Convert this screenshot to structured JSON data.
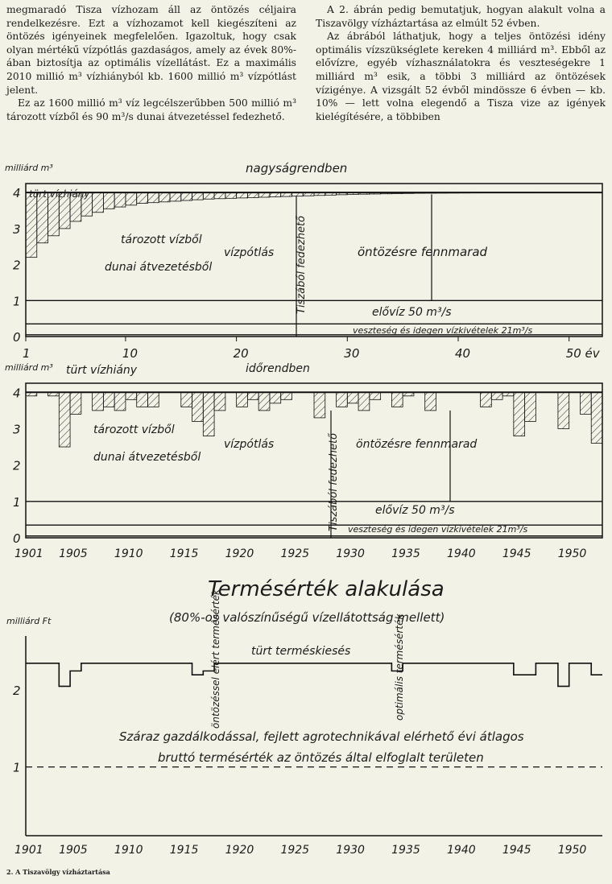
{
  "text": {
    "left_col": [
      "megmaradó Tisza vízhozam áll az öntözés céljaira rendelkezésre. Ezt a vízhozamot kell kiegészíteni az öntözés igényeinek megfelelően. Igazoltuk, hogy csak olyan mértékű vízpótlás gazdaságos, amely az évek 80%-ában biztosítja az optimális vízellátást. Ez a maximális 2010 millió m³ vízhiányból kb. 1600 millió m³ vízpótlást jelent.",
      "Ez az 1600 millió m³ víz legcélszerűbben 500 millió m³ tározott vízből és 90 m³/s dunai átvezetéssel fedezhető."
    ],
    "right_col": [
      "A 2. ábrán pedig bemutatjuk, hogyan alakult volna a Tiszavölgy vízháztartása az elmúlt 52 évben.",
      "Az ábrából láthatjuk, hogy a teljes öntözési idény optimális vízszükséglete kereken 4 milliárd m³. Ebből az elővízre, egyéb vízhasználatokra és veszteségekre 1 milliárd m³ esik, a többi 3 milliárd az öntözések vízigénye. A vizsgált 52 évből mindössze 6 évben — kb. 10% — lett volna elegendő a Tisza vize az igények kielégítésére, a többiben"
    ],
    "caption": "2. A Tiszavölgy vízháztartása"
  },
  "chart_data": [
    {
      "type": "area",
      "title": "nagyságrendben",
      "ylabel": "milliárd m³",
      "ylim": [
        0,
        4.25
      ],
      "yticks": [
        "0",
        "1",
        "2",
        "3",
        "4"
      ],
      "xticks": [
        "1",
        "10",
        "20",
        "30",
        "40",
        "50 év"
      ],
      "x": [
        1,
        52
      ],
      "demand": 4,
      "tisza": [
        2.2,
        2.6,
        2.8,
        3.0,
        3.2,
        3.35,
        3.45,
        3.55,
        3.6,
        3.65,
        3.7,
        3.72,
        3.74,
        3.76,
        3.78,
        3.8,
        3.82,
        3.83,
        3.84,
        3.85,
        3.86,
        3.87,
        3.88,
        3.89,
        3.9,
        3.91,
        3.92,
        3.93,
        3.94,
        3.95,
        3.955,
        3.96,
        3.965,
        3.97,
        3.975,
        3.98,
        3.982,
        3.984,
        3.986,
        3.988,
        3.99,
        3.992,
        3.994,
        3.996,
        3.997,
        3.998,
        4.0,
        4.0,
        4.0,
        4.0,
        4.0,
        4.0
      ],
      "labels": {
        "unmet": "türt vízhiány",
        "stored": "tározott vízből",
        "danube": "dunai átvezetésből",
        "supply": "vízpótlás",
        "remaining": "öntözésre fennmarad",
        "tisza_covered": "Tiszából fedezhető",
        "base_flow": "elővíz 50 m³/s",
        "losses": "veszteség és idegen vízkivételek 21m³/s"
      },
      "base_flow": 1,
      "losses": 0.35
    },
    {
      "type": "bar",
      "title": "időrendben",
      "ylabel": "milliárd m³",
      "ylim": [
        0,
        4.25
      ],
      "yticks": [
        "0",
        "1",
        "2",
        "3",
        "4"
      ],
      "xticks": [
        "1901",
        "1905",
        "1910",
        "1915",
        "1920",
        "1925",
        "1930",
        "1935",
        "1940",
        "1945",
        "1950"
      ],
      "years": [
        1901,
        1952
      ],
      "demand": 4,
      "tisza": [
        3.9,
        4.0,
        3.9,
        2.5,
        3.4,
        4.0,
        3.5,
        3.6,
        3.5,
        3.8,
        3.6,
        3.6,
        4.0,
        4.0,
        3.6,
        3.2,
        2.8,
        3.5,
        4.0,
        3.6,
        3.8,
        3.5,
        3.7,
        3.8,
        4.0,
        4.0,
        3.3,
        4.0,
        3.6,
        3.7,
        3.5,
        3.8,
        4.0,
        3.6,
        3.9,
        4.0,
        3.5,
        4.0,
        4.0,
        4.0,
        4.0,
        3.6,
        3.8,
        3.9,
        2.8,
        3.2,
        4.0,
        4.0,
        3.0,
        4.0,
        3.4,
        2.6
      ],
      "labels": {
        "unmet": "türt vízhiány",
        "stored": "tározott vízből",
        "danube": "dunai átvezetésből",
        "supply": "vízpótlás",
        "remaining": "öntözésre fennmarad",
        "tisza_covered": "Tiszából fedezhető",
        "base_flow": "elővíz 50 m³/s",
        "losses": "veszteség és idegen vízkivételek 21m³/s"
      },
      "base_flow": 1,
      "losses": 0.35
    },
    {
      "type": "line",
      "title": "Termésérték alakulása",
      "subtitle": "(80%-os valószínűségű vízellátottság mellett)",
      "ylabel": "milliárd Ft",
      "ylim": [
        0,
        2.6
      ],
      "yticks": [
        "1",
        "2"
      ],
      "xticks": [
        "1901",
        "1905",
        "1910",
        "1915",
        "1920",
        "1925",
        "1930",
        "1935",
        "1940",
        "1945",
        "1950"
      ],
      "years": [
        1901,
        1952
      ],
      "values": [
        2.35,
        2.35,
        2.35,
        2.05,
        2.25,
        2.35,
        2.35,
        2.35,
        2.35,
        2.35,
        2.35,
        2.35,
        2.35,
        2.35,
        2.35,
        2.2,
        2.25,
        2.35,
        2.35,
        2.35,
        2.35,
        2.35,
        2.35,
        2.35,
        2.35,
        2.35,
        2.35,
        2.35,
        2.35,
        2.35,
        2.35,
        2.35,
        2.35,
        2.25,
        2.35,
        2.35,
        2.35,
        2.35,
        2.35,
        2.35,
        2.35,
        2.35,
        2.35,
        2.35,
        2.2,
        2.2,
        2.35,
        2.35,
        2.05,
        2.35,
        2.35,
        2.2
      ],
      "baseline": 1,
      "labels": {
        "lost": "türt terméskiesés",
        "irrigated": "öntözéssel elért termésérték",
        "optimal": "optimális termésérték",
        "baseline_1": "Száraz gazdálkodással, fejlett agrotechnikával elérhető évi átlagos",
        "baseline_2": "bruttó termésérték az öntözés által elfoglalt területen"
      }
    }
  ]
}
